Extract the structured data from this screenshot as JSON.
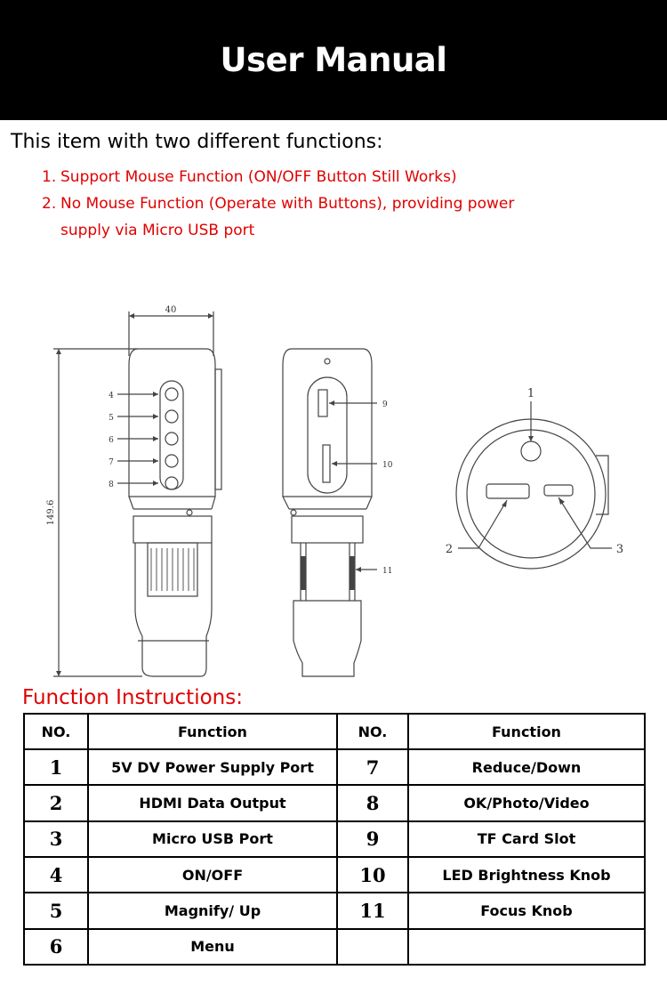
{
  "header": {
    "title": "User Manual"
  },
  "intro": "This item with two different functions:",
  "functions_list": [
    {
      "num": "1.",
      "text": "Support Mouse Function (ON/OFF Button Still Works)"
    },
    {
      "num": "2.",
      "text": "No Mouse Function (Operate with Buttons), providing power supply via Micro USB port"
    }
  ],
  "drawing": {
    "dim_width": "40",
    "dim_height": "149.6",
    "side_labels": [
      "4",
      "5",
      "6",
      "7",
      "8"
    ],
    "back_labels": [
      "9",
      "10",
      "11"
    ],
    "bottom_labels": [
      "1",
      "2",
      "3"
    ]
  },
  "section_title": "Function Instructions:",
  "table": {
    "headers": [
      "NO.",
      "Function",
      "NO.",
      "Function"
    ],
    "rows": [
      [
        "1",
        "5V DV Power Supply Port",
        "7",
        "Reduce/Down"
      ],
      [
        "2",
        "HDMI Data Output",
        "8",
        "OK/Photo/Video"
      ],
      [
        "3",
        "Micro USB Port",
        "9",
        "TF Card Slot"
      ],
      [
        "4",
        "ON/OFF",
        "10",
        "LED Brightness Knob"
      ],
      [
        "5",
        "Magnify/ Up",
        "11",
        "Focus Knob"
      ],
      [
        "6",
        "Menu",
        "",
        ""
      ]
    ]
  }
}
